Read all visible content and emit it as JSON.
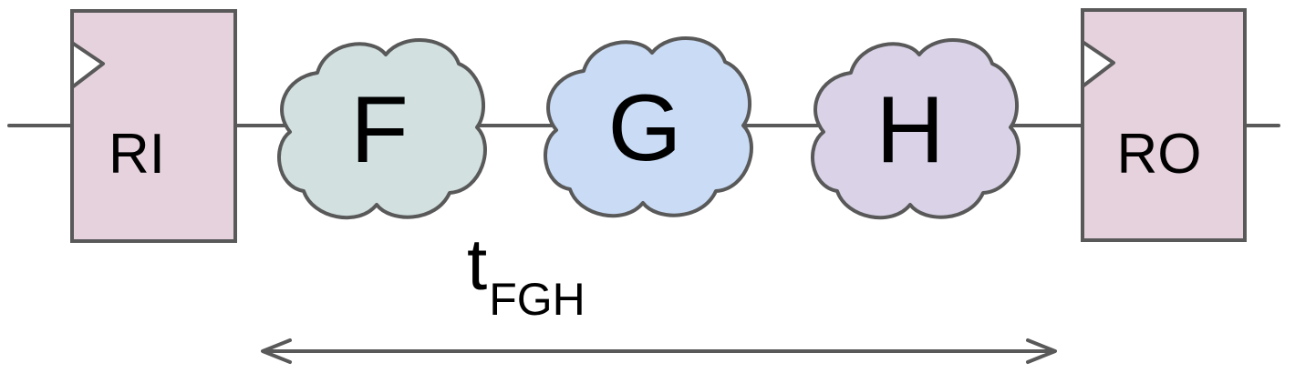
{
  "registers": {
    "input": {
      "label": "RI",
      "fill": "#e6d2dc"
    },
    "output": {
      "label": "RO",
      "fill": "#e6d2dc"
    }
  },
  "clouds": [
    {
      "label": "F",
      "fill": "#d2e0e0"
    },
    {
      "label": "G",
      "fill": "#c9dbf5"
    },
    {
      "label": "H",
      "fill": "#dad3e8"
    }
  ],
  "delay": {
    "symbol": "t",
    "subscript": "FGH"
  },
  "colors": {
    "stroke": "#595959",
    "text": "#000000"
  }
}
